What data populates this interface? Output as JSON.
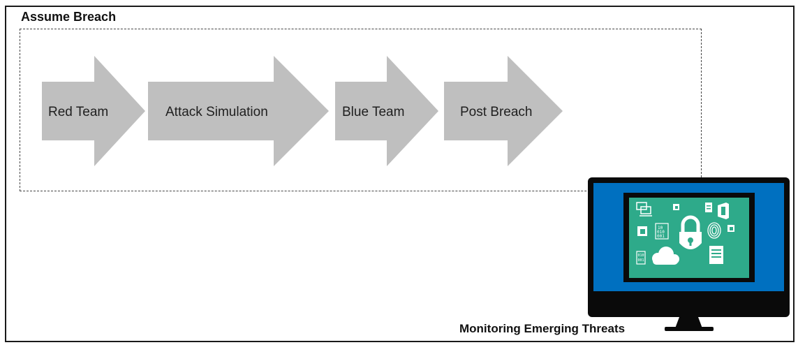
{
  "title": "Assume Breach",
  "steps": [
    {
      "label": "Red Team"
    },
    {
      "label": "Attack Simulation"
    },
    {
      "label": "Blue Team"
    },
    {
      "label": "Post Breach"
    }
  ],
  "monitor": {
    "caption": "Monitoring Emerging Threats",
    "bezel_color": "#0a0a0a",
    "screen_color": "#0070c0",
    "panel_color": "#2eaa8a",
    "icons": [
      "devices-icon",
      "window-icon",
      "document-icon",
      "office-icon",
      "padlock-icon",
      "binary-icon",
      "fingerprint-icon",
      "small-window-icon",
      "cloud-icon",
      "server-icon"
    ]
  },
  "colors": {
    "arrow_fill": "#bfbfbf",
    "frame_border": "#1a1a1a",
    "dashed_border": "#444444"
  }
}
